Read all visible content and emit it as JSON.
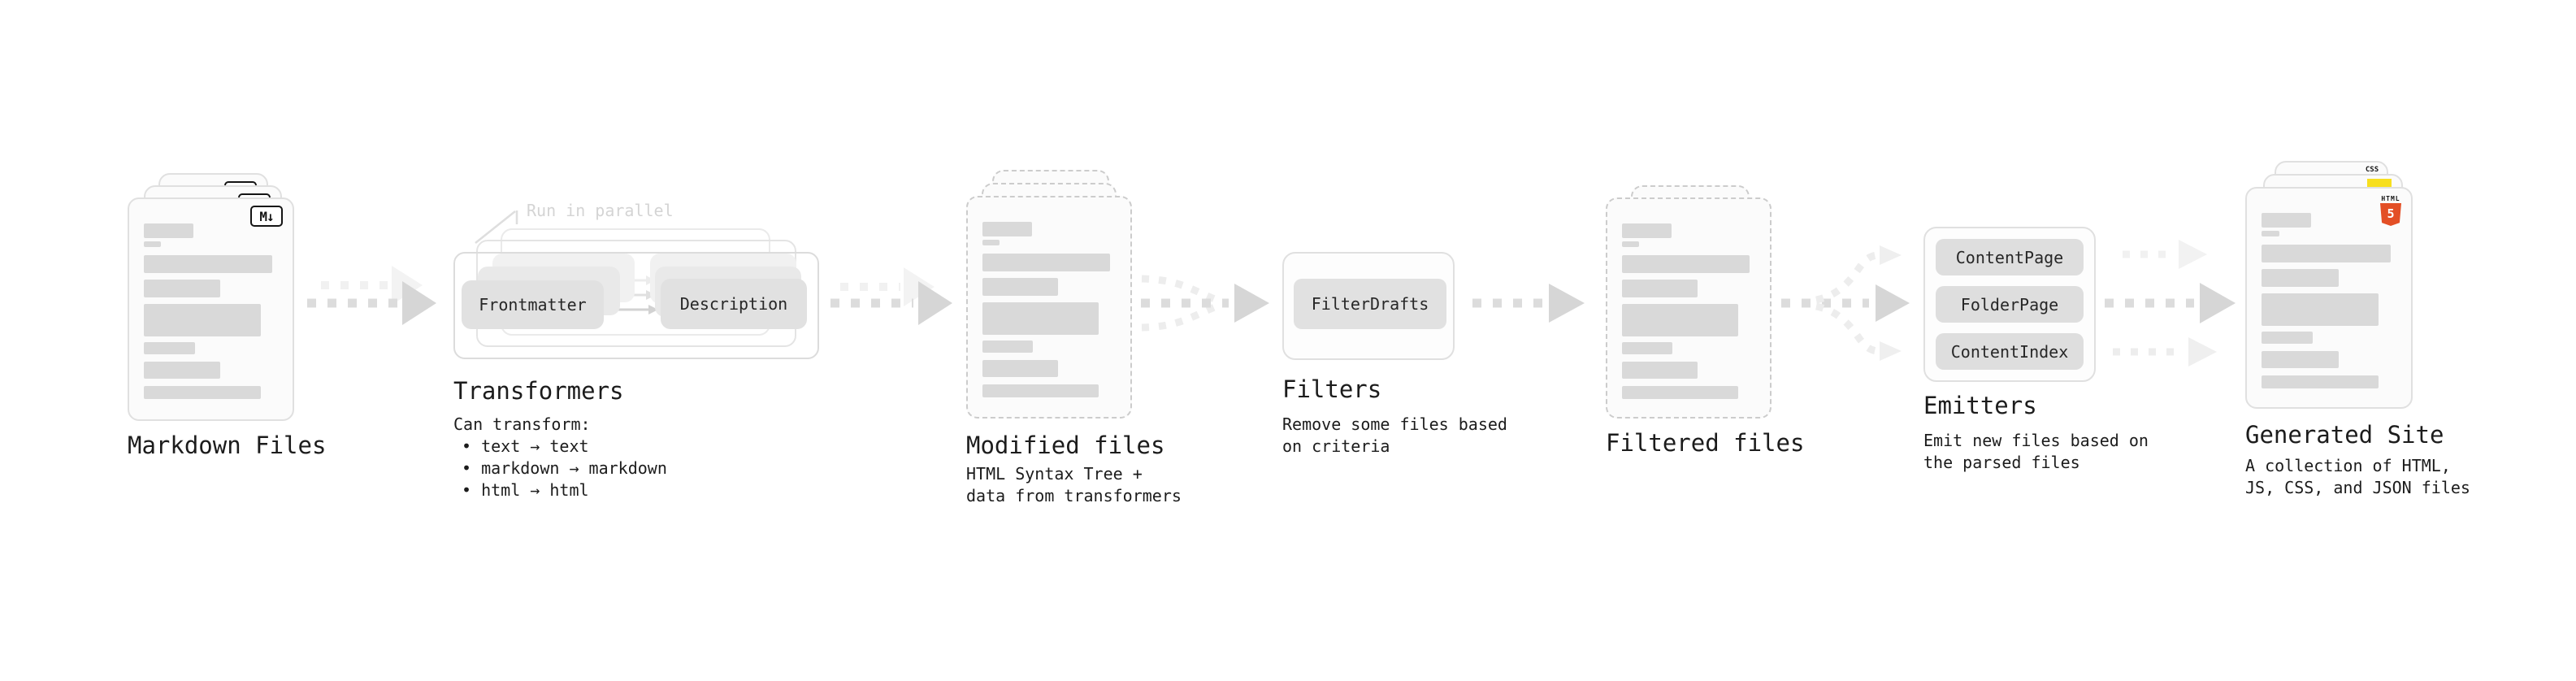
{
  "stages": {
    "markdown_files": {
      "label": "Markdown Files",
      "badge": "M↓"
    },
    "transformers": {
      "label": "Transformers",
      "annotation": "Run in parallel",
      "pill_left": "Frontmatter",
      "pill_right": "Description",
      "desc_heading": "Can transform:",
      "bullets": [
        "• text → text",
        "• markdown → markdown",
        "• html → html"
      ]
    },
    "modified_files": {
      "label": "Modified files",
      "desc": "HTML Syntax Tree +\ndata from transformers"
    },
    "filters": {
      "label": "Filters",
      "pill": "FilterDrafts",
      "desc": "Remove some files based\non criteria"
    },
    "filtered_files": {
      "label": "Filtered files"
    },
    "emitters": {
      "label": "Emitters",
      "pills": [
        "ContentPage",
        "FolderPage",
        "ContentIndex"
      ],
      "desc": "Emit new files based on\nthe parsed files"
    },
    "generated_site": {
      "label": "Generated Site",
      "desc": "A collection of HTML,\nJS, CSS, and JSON files",
      "css_badge": "CSS",
      "html_logo_text": "HTML",
      "html_logo_number": "5"
    }
  },
  "colors": {
    "html5_orange": "#e34f26",
    "js_yellow": "#f7df1e",
    "css_blue": "#2862e9",
    "pill_gray": "#e1e1e1",
    "bar_gray": "#d9d9d9",
    "arrow_gray": "#d6d6d6",
    "annotation_gray": "#d4d4d4"
  }
}
